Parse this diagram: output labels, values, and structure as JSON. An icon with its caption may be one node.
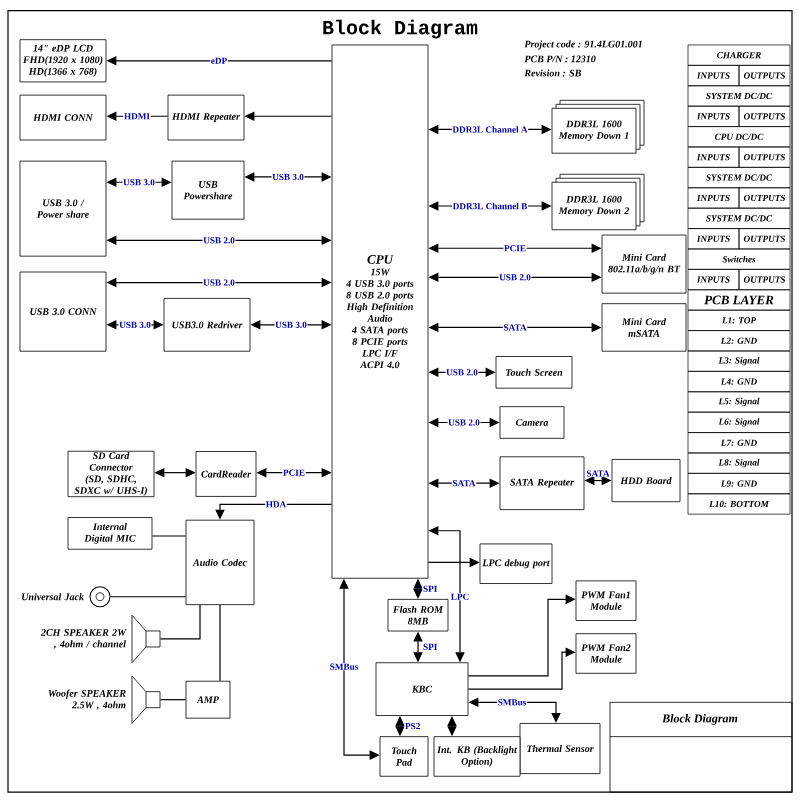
{
  "diagram": {
    "title": "Block Diagram",
    "nodes": [
      {
        "text": [
          "14\" eDP LCD FHD(1920 x 1080) HD(1366 x 768)"
        ]
      },
      {
        "text": [
          "HDMI CONN"
        ]
      },
      {
        "text": [
          "HDMI Repeater"
        ]
      },
      {
        "text": [
          "USB 3.0 / Power share"
        ]
      },
      {
        "text": [
          "USB Powershare"
        ]
      },
      {
        "text": [
          "USB 3.0 CONN"
        ]
      },
      {
        "text": [
          "USB3.0 Redriver"
        ]
      },
      {
        "text": [
          "SD Card Connector (SD, SDHC, SDXC w/ UHS-I)"
        ]
      },
      {
        "text": [
          "CardReader"
        ]
      },
      {
        "text": [
          "CPU",
          "15W",
          "4 USB 3.0 ports",
          "8 USB 2.0 ports",
          "High Definition Audio",
          "4 SATA ports",
          "8 PCIE ports",
          "LPC I/F",
          "ACPI 4.0"
        ]
      },
      {
        "text": [
          "DDR3L 1600 Memory Down 1"
        ]
      },
      {
        "text": [
          "DDR3L 1600 Memory Down 2"
        ]
      },
      {
        "text": [
          "Mini Card",
          "802.11a/b/g/n BT"
        ]
      },
      {
        "text": [
          "Mini Card",
          "mSATA"
        ]
      },
      {
        "text": [
          "Touch Screen"
        ]
      },
      {
        "text": [
          "Camera"
        ]
      },
      {
        "text": [
          "SATA Repeater"
        ]
      },
      {
        "text": [
          "HDD Board"
        ]
      },
      {
        "text": [
          "Audio Codec"
        ]
      },
      {
        "text": [],
        "shape": "circle",
        "beside": [
          "Universal Jack"
        ]
      },
      {
        "text": [],
        "shape": "speaker",
        "beside": [
          "2CH SPEAKER 2W , 4ohm / channel"
        ]
      },
      {
        "text": [],
        "shape": "speaker",
        "beside": [
          "Woofer SPEAKER 2.5W , 4ohm"
        ]
      },
      {
        "text": [
          "AMP"
        ]
      },
      {
        "text": [
          "Flash ROM",
          "8MB"
        ]
      },
      {
        "text": [
          "LPC debug port"
        ]
      },
      {
        "text": [
          "KBC"
        ]
      },
      {
        "text": [
          "PWM Fan1 Module"
        ]
      },
      {
        "text": [
          "PWM Fan2 Module"
        ]
      },
      {
        "text": [
          "Thermal Sensor"
        ]
      },
      {
        "text": [
          "Touch Pad"
        ]
      },
      {
        "text": [
          "Int. KB (Backlight Option)"
        ]
      },
      {
        "text": [
          "Internal Digital MIC"
        ]
      }
    ],
    "edges": [
      {
        "from": 9,
        "to": 0,
        "arrow": "to",
        "label": "eDP"
      },
      {
        "from": 2,
        "to": 1,
        "arrow": "to",
        "label": "HDMI"
      },
      {
        "from": 9,
        "to": 2,
        "arrow": "to"
      },
      {
        "from": 9,
        "to": 4,
        "arrow": "both",
        "label": "USB 3.0"
      },
      {
        "from": 4,
        "to": 3,
        "arrow": "both",
        "label": "USB 3.0"
      },
      {
        "from": 9,
        "to": 3,
        "arrow": "both",
        "label": "USB 2.0"
      },
      {
        "from": 9,
        "to": 5,
        "arrow": "both",
        "label": "USB 2.0"
      },
      {
        "from": 6,
        "to": 5,
        "arrow": "both",
        "label": "USB 3.0"
      },
      {
        "from": 9,
        "to": 6,
        "arrow": "both",
        "label": "USB 3.0"
      },
      {
        "from": 9,
        "to": 8,
        "arrow": "both",
        "label": "PCIE"
      },
      {
        "from": 8,
        "to": 7,
        "arrow": "both"
      },
      {
        "from": 9,
        "to": 18,
        "arrow": "to",
        "label": "HDA"
      },
      {
        "from": 9,
        "to": 10,
        "arrow": "both",
        "label": "DDR3L Channel A"
      },
      {
        "from": 9,
        "to": 11,
        "arrow": "both",
        "label": "DDR3L Channel B"
      },
      {
        "from": 9,
        "to": 12,
        "arrow": "both",
        "label": "PCIE"
      },
      {
        "from": 9,
        "to": 12,
        "arrow": "both",
        "label": "USB 2.0"
      },
      {
        "from": 9,
        "to": 13,
        "arrow": "both",
        "label": "SATA"
      },
      {
        "from": 9,
        "to": 14,
        "arrow": "both",
        "label": "USB 2.0"
      },
      {
        "from": 9,
        "to": 15,
        "arrow": "both",
        "label": "USB 2.0"
      },
      {
        "from": 9,
        "to": 16,
        "arrow": "both",
        "label": "SATA"
      },
      {
        "from": 16,
        "to": 17,
        "arrow": "both",
        "label": "SATA"
      },
      {
        "from": 9,
        "to": 23,
        "arrow": "both",
        "label": "SPI"
      },
      {
        "from": 23,
        "to": 25,
        "arrow": "both",
        "label": "SPI"
      },
      {
        "from": 9,
        "to": 25,
        "arrow": "both",
        "label": "LPC"
      },
      {
        "from": 9,
        "to": 24,
        "arrow": "to"
      },
      {
        "from": 25,
        "to": 29,
        "arrow": "both",
        "label": "PS2"
      },
      {
        "from": 25,
        "to": 30,
        "arrow": "both"
      },
      {
        "from": 9,
        "to": 29,
        "arrow": "both",
        "label": "SMBus"
      },
      {
        "from": 25,
        "to": 26,
        "arrow": "to"
      },
      {
        "from": 25,
        "to": 27,
        "arrow": "to"
      },
      {
        "from": 25,
        "to": 28,
        "arrow": "both",
        "label": "SMBus"
      },
      {
        "from": 18,
        "to": 19,
        "arrow": "none"
      },
      {
        "from": 18,
        "to": 20,
        "arrow": "none"
      },
      {
        "from": 18,
        "to": 22,
        "arrow": "none"
      },
      {
        "from": 22,
        "to": 21,
        "arrow": "none"
      },
      {
        "from": 31,
        "to": 18,
        "arrow": "none"
      }
    ],
    "labels": [
      "Project code : 91.4LG01.001",
      "PCB P/N : 12310",
      "Revision : SB",
      "CHARGER",
      "INPUTS",
      "OUTPUTS",
      "SYSTEM DC/DC",
      "INPUTS",
      "OUTPUTS",
      "CPU DC/DC",
      "INPUTS",
      "OUTPUTS",
      "SYSTEM DC/DC",
      "INPUTS",
      "OUTPUTS",
      "SYSTEM DC/DC",
      "INPUTS",
      "OUTPUTS",
      "Switches",
      "INPUTS",
      "OUTPUTS",
      "PCB LAYER",
      "L1: TOP",
      "L2: GND",
      "L3: Signal",
      "L4: GND",
      "L5: Signal",
      "L6: Signal",
      "L7: GND",
      "L8: Signal",
      "L9: GND",
      "L10: BOTTOM",
      "Block Diagram"
    ]
  }
}
